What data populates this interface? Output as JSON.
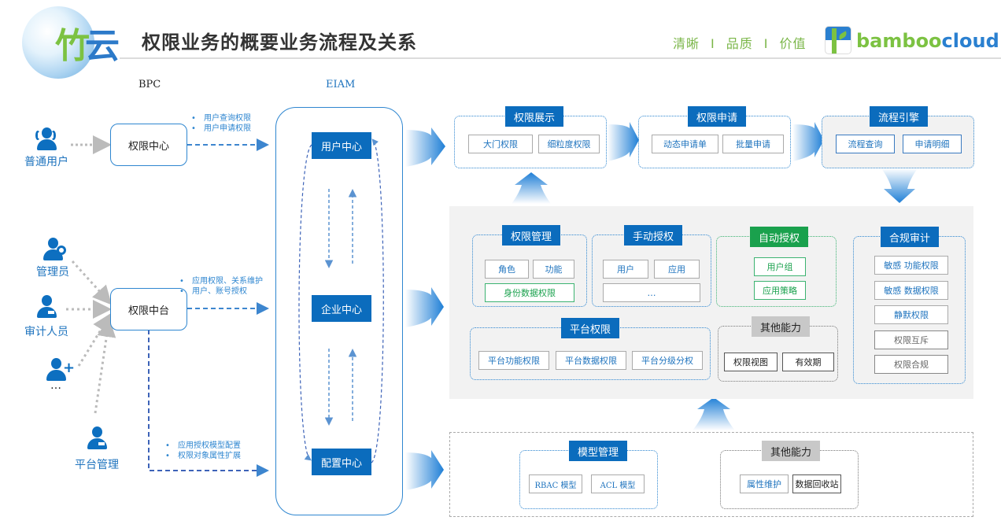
{
  "header": {
    "logo_mark": [
      "竹",
      "云"
    ],
    "title": "权限业务的概要业务流程及关系",
    "tagline": [
      "清晰",
      "品质",
      "价值"
    ],
    "tagline_sep": "I",
    "brand": {
      "part1": "bamboo",
      "part2": "cloud"
    }
  },
  "colors": {
    "primary": "#0b6cbd",
    "green": "#1aa14d",
    "brand_green": "#7cc242",
    "brand_blue": "#2a80d0",
    "grey_panel": "#f2f2f2"
  },
  "columns": {
    "bpc": "BPC",
    "eiam": "EIAM"
  },
  "actors": [
    {
      "label": "普通用户",
      "icon": "group-user-icon"
    },
    {
      "label": "管理员",
      "icon": "admin-gear-icon"
    },
    {
      "label": "审计人员",
      "icon": "auditor-icon"
    },
    {
      "label": "…",
      "icon": "add-user-icon"
    },
    {
      "label": "平台管理",
      "icon": "platform-admin-icon"
    }
  ],
  "bpc": {
    "center": "权限中心",
    "center_bullets": [
      "用户查询权限",
      "用户申请权限"
    ],
    "platform": "权限中台",
    "platform_bullets": [
      "应用权限、关系维护",
      "用户、账号授权"
    ],
    "config_bullets": [
      "应用授权模型配置",
      "权限对象属性扩展"
    ]
  },
  "eiam": {
    "nodes": [
      "用户中心",
      "企业中心",
      "配置中心"
    ]
  },
  "top_row": [
    {
      "title": "权限展示",
      "items": [
        "大门权限",
        "细粒度权限"
      ]
    },
    {
      "title": "权限申请",
      "items": [
        "动态申请单",
        "批量申请"
      ]
    },
    {
      "title": "流程引擎",
      "items": [
        "流程查询",
        "申请明细"
      ]
    }
  ],
  "middle": {
    "perm_mgmt": {
      "title": "权限管理",
      "items": [
        "角色",
        "功能"
      ],
      "wide": "身份数据权限"
    },
    "manual": {
      "title": "手动授权",
      "items": [
        "用户",
        "应用"
      ],
      "wide": "…"
    },
    "auto": {
      "title": "自动授权",
      "items": [
        "用户组",
        "应用策略"
      ]
    },
    "compliance": {
      "title": "合规审计",
      "items": [
        "敏感 功能权限",
        "敏感 数据权限",
        "静默权限",
        "权限互斥",
        "权限合规"
      ]
    },
    "platform": {
      "title": "平台权限",
      "items": [
        "平台功能权限",
        "平台数据权限",
        "平台分级分权"
      ]
    },
    "other": {
      "title": "其他能力",
      "items": [
        "权限视图",
        "有效期"
      ]
    }
  },
  "bottom": {
    "model": {
      "title": "模型管理",
      "items": [
        "RBAC 模型",
        "ACL 模型"
      ]
    },
    "other": {
      "title": "其他能力",
      "items": [
        "属性维护",
        "数据回收站"
      ]
    }
  }
}
